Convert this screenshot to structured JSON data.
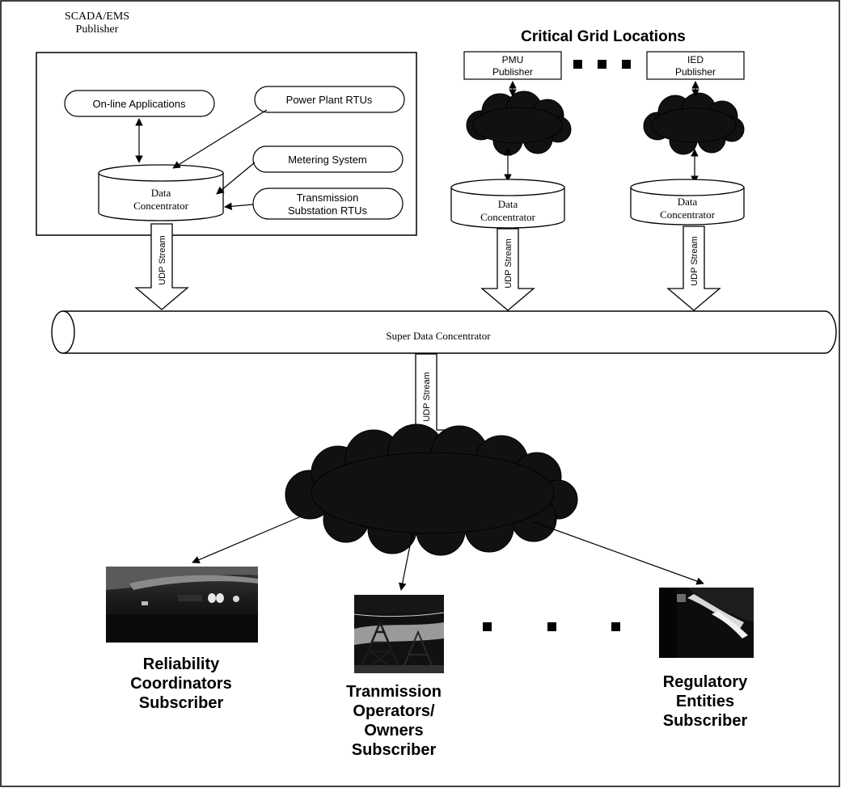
{
  "scada": {
    "title_line1": "SCADA/EMS",
    "title_line2": "Publisher",
    "online_apps": "On-line Applications",
    "power_plant_rtus": "Power Plant RTUs",
    "metering_system": "Metering System",
    "transmission_rtus_line1": "Transmission",
    "transmission_rtus_line2": "Substation RTUs",
    "concentrator_line1": "Data",
    "concentrator_line2": "Concentrator"
  },
  "critical_grid": {
    "title": "Critical Grid Locations",
    "pmu_line1": "PMU",
    "pmu_line2": "Publisher",
    "ied_line1": "IED",
    "ied_line2": "Publisher",
    "concentrator_line1": "Data",
    "concentrator_line2": "Concentrator"
  },
  "stream_label": "UDP Stream",
  "super_concentrator": "Super Data Concentrator",
  "subscribers": {
    "reliability": [
      "Reliability",
      "Coordinators",
      "Subscriber"
    ],
    "transmission": [
      "Tranmission",
      "Operators/",
      "Owners",
      "Subscriber"
    ],
    "regulatory": [
      "Regulatory",
      "Entities",
      "Subscriber"
    ]
  }
}
